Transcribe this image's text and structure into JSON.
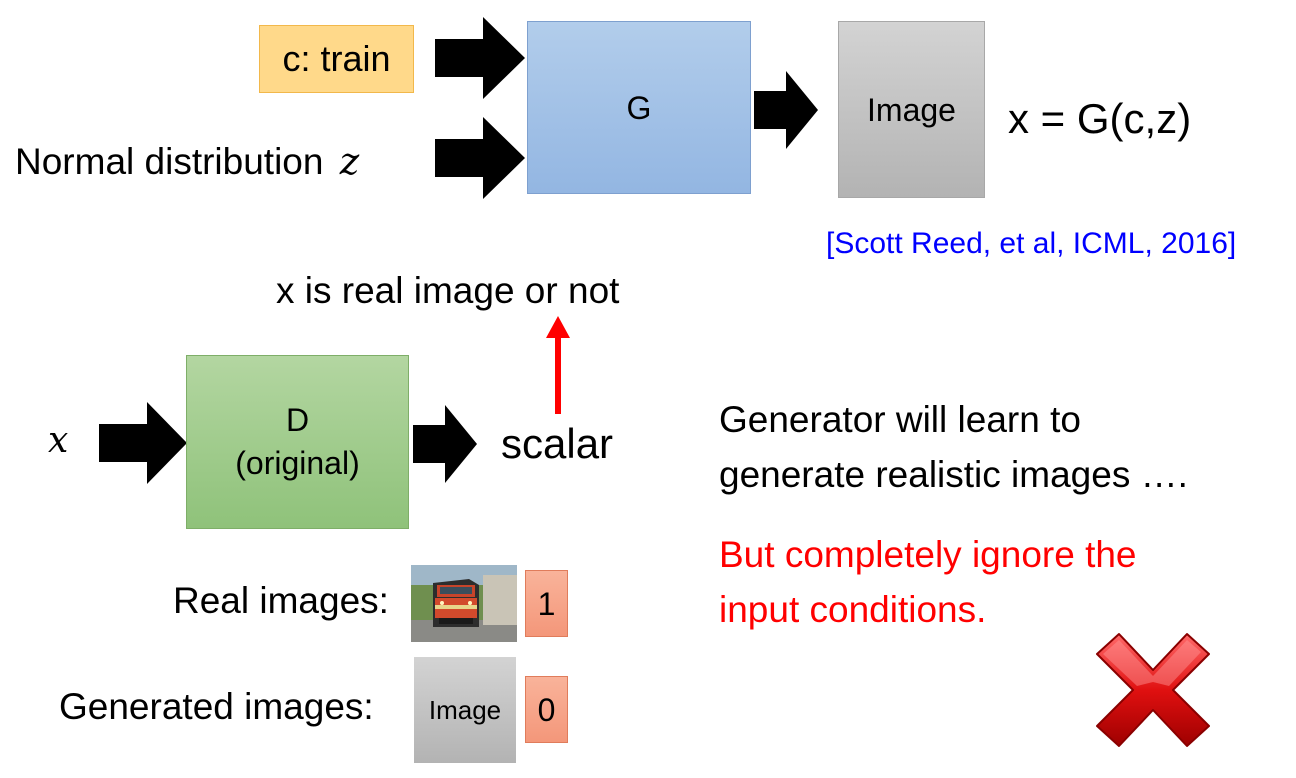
{
  "generator": {
    "condition_label": "c: train",
    "noise_label": "Normal distribution",
    "noise_symbol": "z",
    "g_label": "G",
    "output_label": "Image",
    "equation": "x = G(c,z)"
  },
  "citation": "[Scott Reed, et al, ICML, 2016]",
  "discriminator": {
    "input_symbol": "x",
    "d_label": "D",
    "d_sublabel": "(original)",
    "output_label": "scalar",
    "question": "x is real image or not"
  },
  "examples": {
    "real_label": "Real images:",
    "real_value": "1",
    "generated_label": "Generated images:",
    "generated_image_label": "Image",
    "generated_value": "0"
  },
  "notes": {
    "line1": "Generator will learn to",
    "line2": "generate realistic images ….",
    "warning1": "But completely ignore the",
    "warning2": "input conditions."
  },
  "colors": {
    "warning": "#ff0000",
    "citation": "#0000ff",
    "arrow_up": "#ff0000"
  },
  "icons": [
    "right-arrow-icon",
    "up-arrow-icon",
    "train-photo",
    "red-cross-icon"
  ]
}
